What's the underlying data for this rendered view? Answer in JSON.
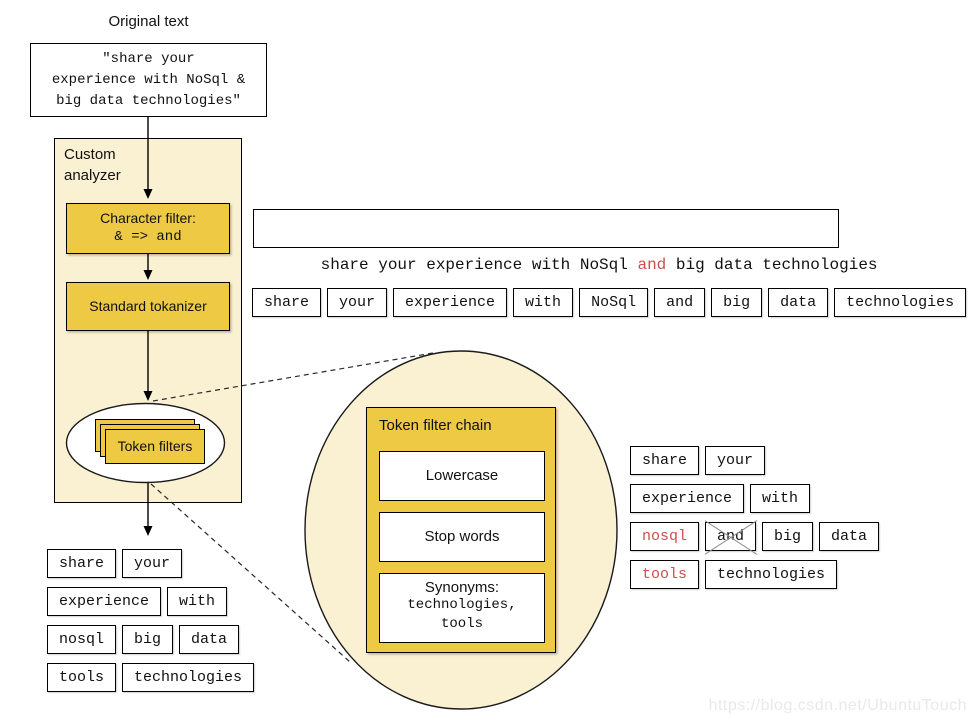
{
  "original_text": {
    "label": "Original text",
    "lines": [
      "\"share your",
      "experience with NoSql &",
      "big data technologies\""
    ]
  },
  "custom_analyzer": {
    "label_lines": [
      "Custom",
      "analyzer"
    ],
    "character_filter": {
      "title": "Character filter:",
      "rule": "& => and"
    },
    "tokenizer_label": "Standard tokanizer",
    "token_filters_label": "Token filters"
  },
  "char_filtered_text": {
    "pre": "share your experience with NoSql ",
    "highlight": "and",
    "post": " big data technologies"
  },
  "tokenizer_output": [
    "share",
    "your",
    "experience",
    "with",
    "NoSql",
    "and",
    "big",
    "data",
    "technologies"
  ],
  "token_filter_chain": {
    "title": "Token filter chain",
    "steps": [
      {
        "label": "Lowercase"
      },
      {
        "label": "Stop words"
      },
      {
        "label": "Synonyms:",
        "lines": [
          "technologies,",
          "tools"
        ]
      }
    ]
  },
  "filtered_tokens": {
    "rows": [
      {
        "tokens": [
          {
            "text": "share"
          },
          {
            "text": "your"
          }
        ]
      },
      {
        "tokens": [
          {
            "text": "experience"
          },
          {
            "text": "with"
          }
        ]
      },
      {
        "tokens": [
          {
            "text": "nosql",
            "style": "red"
          },
          {
            "text": "and",
            "style": "crossed"
          },
          {
            "text": "big"
          },
          {
            "text": "data"
          }
        ]
      },
      {
        "tokens": [
          {
            "text": "tools",
            "style": "red"
          },
          {
            "text": "technologies"
          }
        ]
      }
    ]
  },
  "final_tokens": {
    "rows": [
      [
        "share",
        "your"
      ],
      [
        "experience",
        "with"
      ],
      [
        "nosql",
        "big",
        "data"
      ],
      [
        "tools",
        "technologies"
      ]
    ]
  },
  "watermark": "https://blog.csdn.net/UbuntuTouch",
  "colors": {
    "box_yellow": "#edc944",
    "panel_cream": "#faf0d2",
    "highlight_red": "#c9504c",
    "cross_gray": "#8f8f8f"
  }
}
